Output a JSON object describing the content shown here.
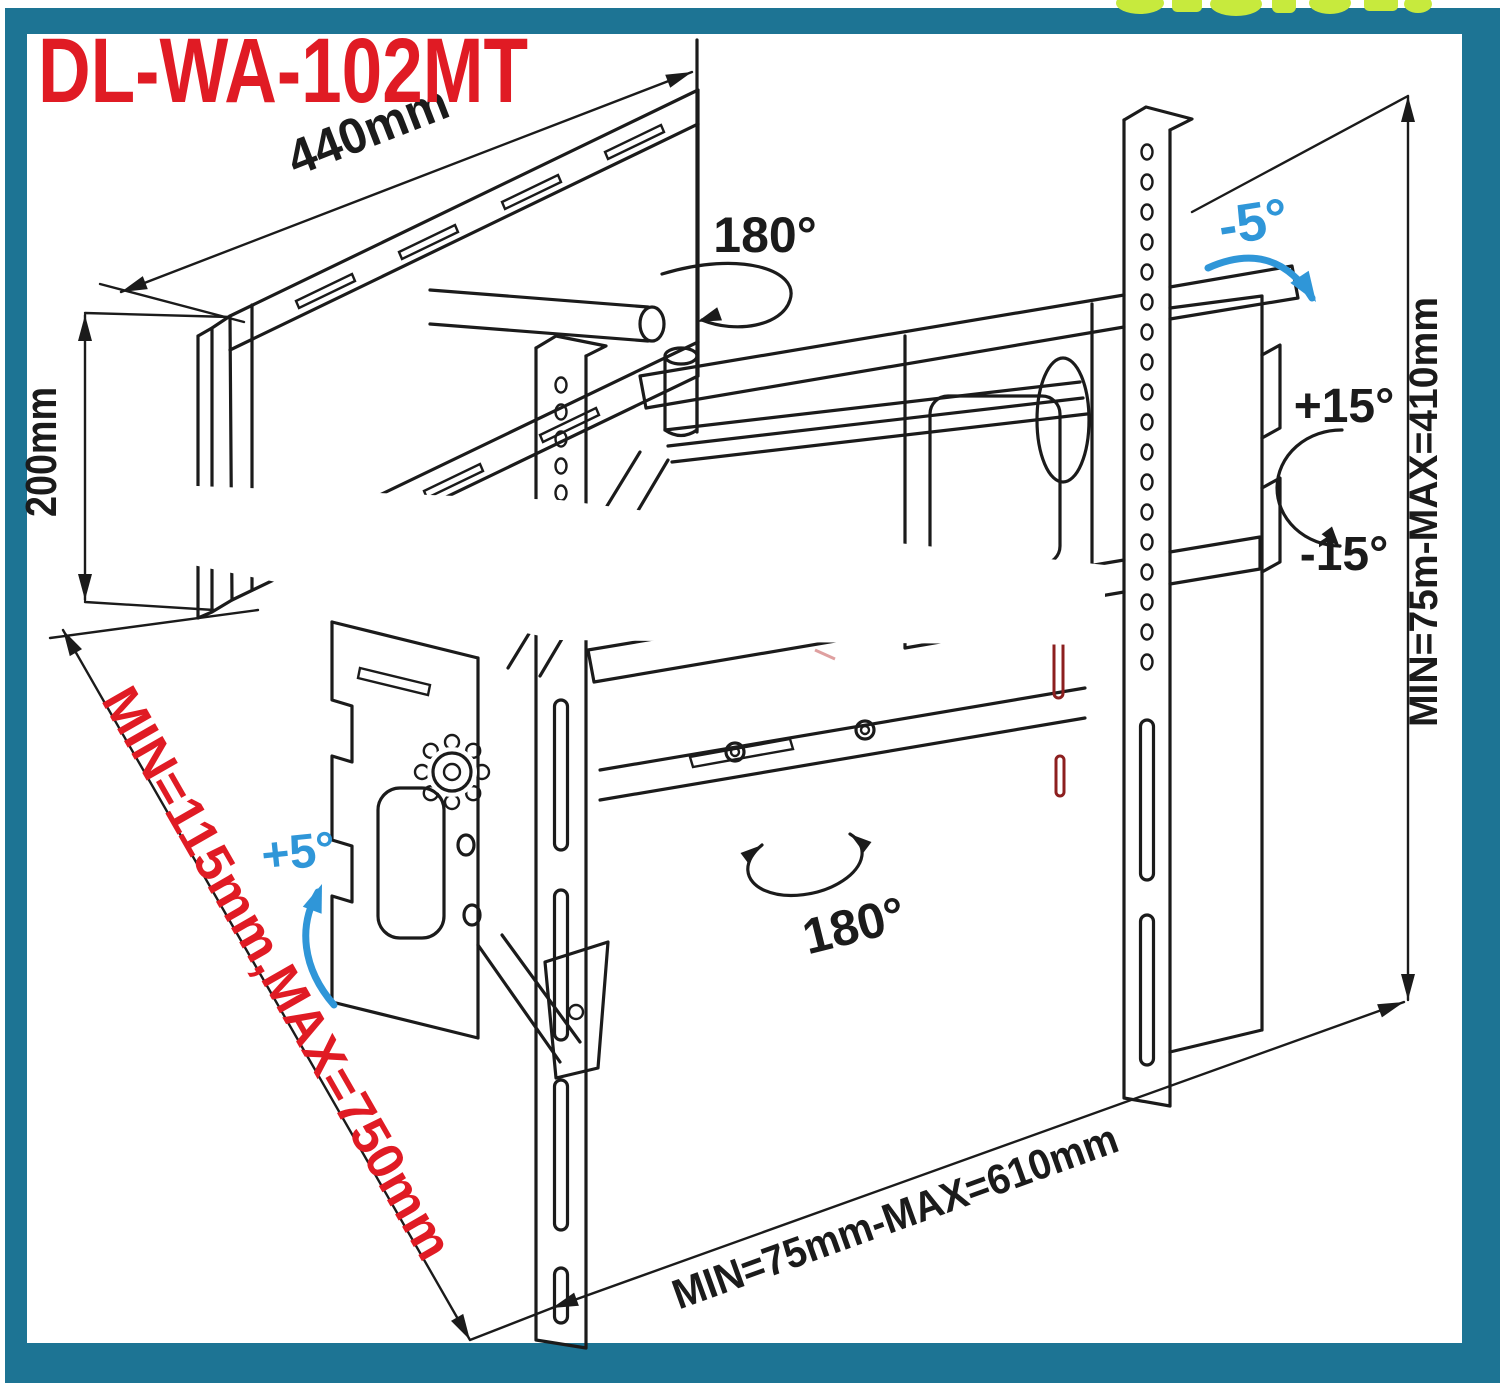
{
  "title": {
    "text": "DL-WA-102MT",
    "color": "#e01b24"
  },
  "labels": {
    "top_width": "440mm",
    "swivel_top": "180°",
    "tilt_preset_down": "-5°",
    "tilt_max_up": "+15°",
    "tilt_max_down": "-15°",
    "right_vertical_range": "MIN=75m-MAX=410mm",
    "plate_height": "200mm",
    "diagonal_range": "MIN=115mm,MAX=750mm",
    "tilt_preset_up": "+5°",
    "swivel_bottom": "180°",
    "bottom_horizontal_range": "MIN=75mm-MAX=610mm"
  },
  "colors": {
    "frame_border": "#1d7494",
    "top_highlight": "#c7ea3d",
    "line_art": "#1b1b1b",
    "dimension_red": "#e01b24",
    "angle_blue": "#2f96d8",
    "remnant_dark_red": "#8c1f1f"
  }
}
